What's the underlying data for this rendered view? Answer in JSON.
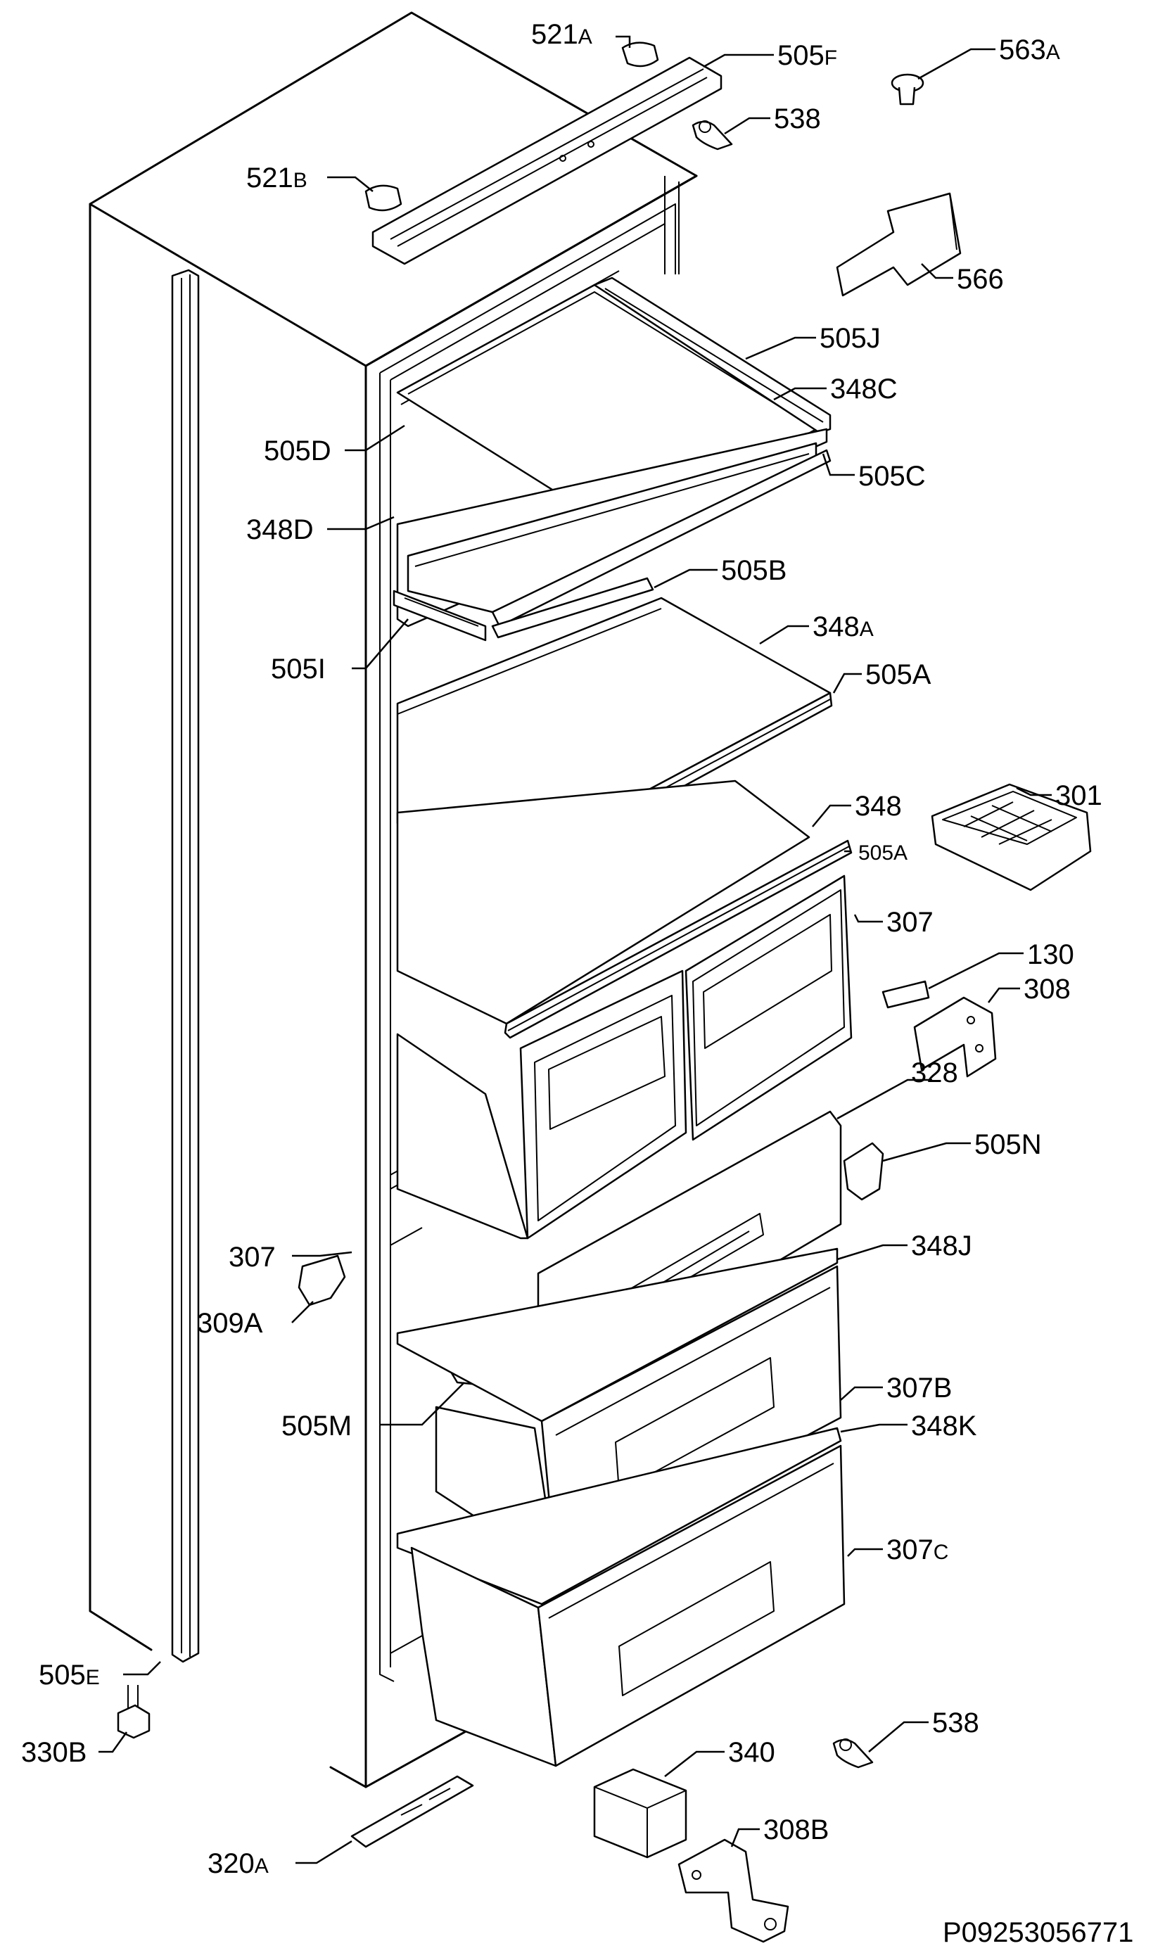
{
  "labels": {
    "l521a": {
      "num": "521",
      "suf": "A"
    },
    "l505f": {
      "num": "505",
      "suf": "F"
    },
    "l563a": {
      "num": "563",
      "suf": "A"
    },
    "l538t": {
      "num": "538",
      "suf": ""
    },
    "l521b": {
      "num": "521",
      "suf": "B"
    },
    "l566": {
      "num": "566",
      "suf": ""
    },
    "l505j": {
      "num": "505J",
      "suf": ""
    },
    "l348c": {
      "num": "348C",
      "suf": ""
    },
    "l505d": {
      "num": "505D",
      "suf": ""
    },
    "l505c": {
      "num": "505C",
      "suf": ""
    },
    "l348d": {
      "num": "348D",
      "suf": ""
    },
    "l505b": {
      "num": "505B",
      "suf": ""
    },
    "l348a": {
      "num": "348",
      "suf": "A"
    },
    "l505i": {
      "num": "505I",
      "suf": ""
    },
    "l505a1": {
      "num": "505A",
      "suf": ""
    },
    "l348": {
      "num": "348",
      "suf": ""
    },
    "l301": {
      "num": "301",
      "suf": ""
    },
    "l505a2": {
      "num": "505A",
      "suf": ""
    },
    "l307r": {
      "num": "307",
      "suf": ""
    },
    "l130": {
      "num": "130",
      "suf": ""
    },
    "l308": {
      "num": "308",
      "suf": ""
    },
    "l328": {
      "num": "328",
      "suf": ""
    },
    "l505n": {
      "num": "505N",
      "suf": ""
    },
    "l307l": {
      "num": "307",
      "suf": ""
    },
    "l348j": {
      "num": "348J",
      "suf": ""
    },
    "l309a": {
      "num": "309A",
      "suf": ""
    },
    "l307b": {
      "num": "307B",
      "suf": ""
    },
    "l505m": {
      "num": "505M",
      "suf": ""
    },
    "l348k": {
      "num": "348K",
      "suf": ""
    },
    "l307c": {
      "num": "307",
      "suf": "C"
    },
    "l505e": {
      "num": "505",
      "suf": "E"
    },
    "l538b": {
      "num": "538",
      "suf": ""
    },
    "l340": {
      "num": "340",
      "suf": ""
    },
    "l330b": {
      "num": "330B",
      "suf": ""
    },
    "l308b": {
      "num": "308B",
      "suf": ""
    },
    "l320a": {
      "num": "320",
      "suf": "A"
    }
  },
  "drawing_code": "P09253056771"
}
